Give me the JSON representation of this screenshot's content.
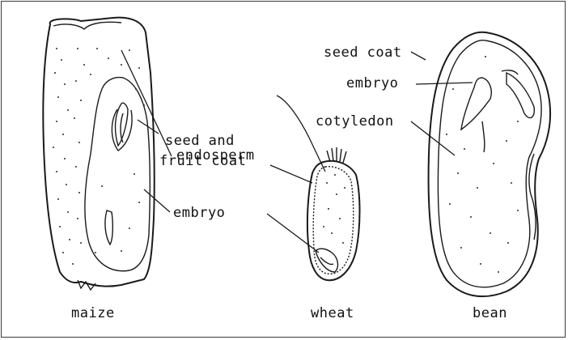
{
  "labels": {
    "endosperm": "endosperm",
    "seed_and": "seed and",
    "fruit_coat": "fruit coat",
    "embryo_maize": "embryo",
    "seed_coat": "seed coat",
    "embryo_bean": "embryo",
    "cotyledon": "cotyledon"
  },
  "captions": {
    "maize": "maize",
    "wheat": "wheat",
    "bean": "bean"
  }
}
